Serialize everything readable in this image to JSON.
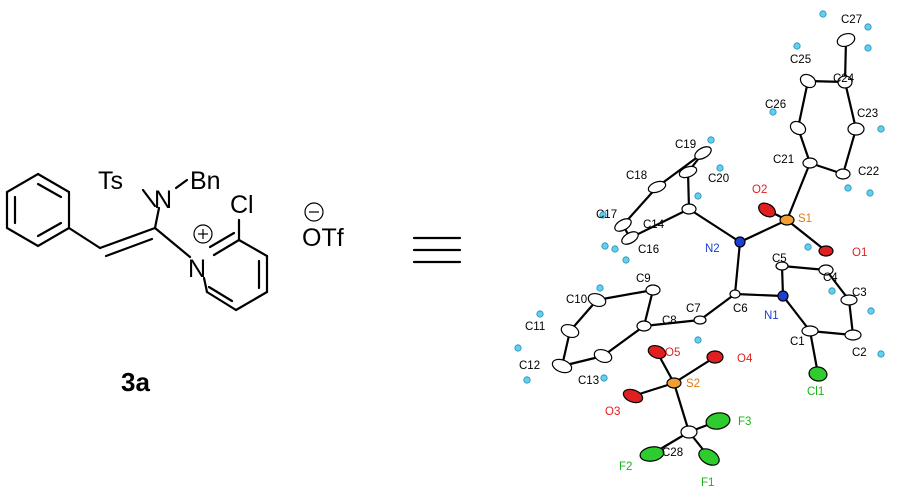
{
  "skeletal": {
    "ts": "Ts",
    "n_amine": "N",
    "bn": "Bn",
    "cl": "Cl",
    "n_pyridinium": "N",
    "otf": "OTf",
    "compound": "3a"
  },
  "ortep": {
    "element_colors": {
      "C": "#ffffff",
      "N": "#1c3fd6",
      "O": "#e02020",
      "S": "#f0a030",
      "Cl": "#2fcc2f",
      "F": "#2fcc2f",
      "H": "#5fd0ee"
    },
    "label_colors": {
      "C": "#000000",
      "N": "#1c3fd6",
      "O": "#e02020",
      "S": "#e07a10",
      "Cl": "#19b319",
      "F": "#19b319"
    },
    "atom_labels": [
      {
        "id": "C27",
        "el": "C"
      },
      {
        "id": "C25",
        "el": "C"
      },
      {
        "id": "C24",
        "el": "C"
      },
      {
        "id": "C26",
        "el": "C"
      },
      {
        "id": "C23",
        "el": "C"
      },
      {
        "id": "C19",
        "el": "C"
      },
      {
        "id": "C21",
        "el": "C"
      },
      {
        "id": "C18",
        "el": "C"
      },
      {
        "id": "C20",
        "el": "C"
      },
      {
        "id": "C22",
        "el": "C"
      },
      {
        "id": "O2",
        "el": "O"
      },
      {
        "id": "S1",
        "el": "S"
      },
      {
        "id": "C17",
        "el": "C"
      },
      {
        "id": "C14",
        "el": "C"
      },
      {
        "id": "N2",
        "el": "N"
      },
      {
        "id": "C16",
        "el": "C"
      },
      {
        "id": "O1",
        "el": "O"
      },
      {
        "id": "C5",
        "el": "C"
      },
      {
        "id": "C4",
        "el": "C"
      },
      {
        "id": "C9",
        "el": "C"
      },
      {
        "id": "C6",
        "el": "C"
      },
      {
        "id": "C3",
        "el": "C"
      },
      {
        "id": "C10",
        "el": "C"
      },
      {
        "id": "C7",
        "el": "C"
      },
      {
        "id": "N1",
        "el": "N"
      },
      {
        "id": "C8",
        "el": "C"
      },
      {
        "id": "C11",
        "el": "C"
      },
      {
        "id": "C1",
        "el": "C"
      },
      {
        "id": "C2",
        "el": "C"
      },
      {
        "id": "O5",
        "el": "O"
      },
      {
        "id": "O4",
        "el": "O"
      },
      {
        "id": "C12",
        "el": "C"
      },
      {
        "id": "C13",
        "el": "C"
      },
      {
        "id": "S2",
        "el": "S"
      },
      {
        "id": "Cl1",
        "el": "Cl"
      },
      {
        "id": "O3",
        "el": "O"
      },
      {
        "id": "F3",
        "el": "F"
      },
      {
        "id": "C28",
        "el": "C"
      },
      {
        "id": "F2",
        "el": "F"
      },
      {
        "id": "F1",
        "el": "F"
      }
    ]
  }
}
